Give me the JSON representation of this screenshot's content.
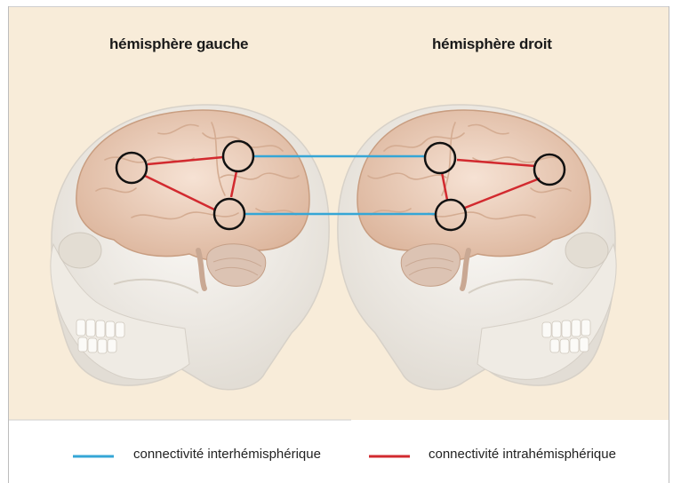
{
  "titles": {
    "left": "hémisphère gauche",
    "right": "hémisphère droit"
  },
  "legend": {
    "inter_label": "connectivité interhémisphérique",
    "intra_label": "connectivité intrahémisphérique"
  },
  "colors": {
    "inter": "#35a6d6",
    "intra": "#d22a2f",
    "background": "#f8ecd9",
    "brain": "#eed3c0",
    "skull": "#f4f1ec"
  },
  "icons": {
    "left_head": "skull-with-brain-facing-left",
    "right_head": "skull-with-brain-facing-right"
  }
}
